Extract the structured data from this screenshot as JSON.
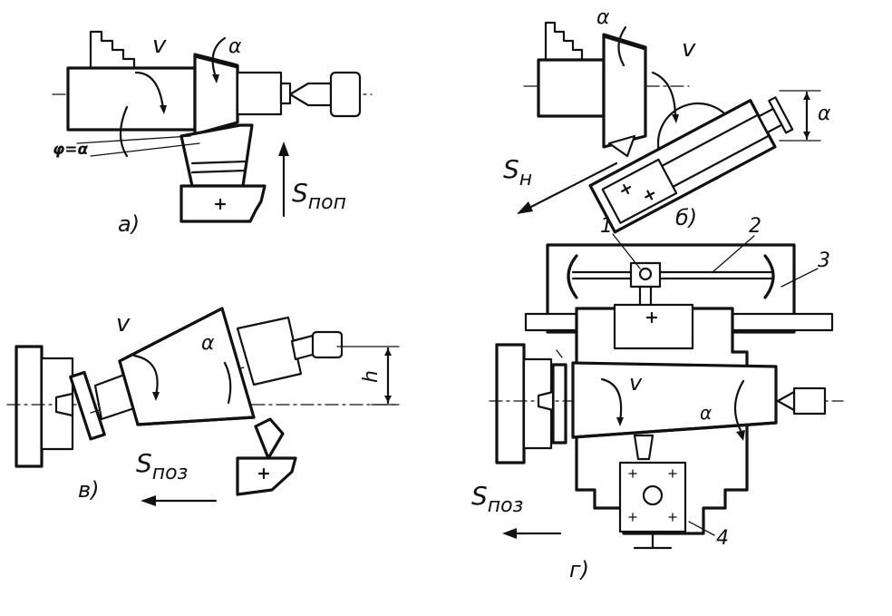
{
  "panels": {
    "a": {
      "caption": "а)",
      "speed": "v",
      "angle": "α",
      "phi_eq": "φ=α",
      "feed_main": "S",
      "feed_sub": "поп"
    },
    "b": {
      "caption": "б)",
      "speed": "v",
      "angle_top": "α",
      "angle_right": "α",
      "feed_main": "S",
      "feed_sub": "н"
    },
    "v": {
      "caption": "в)",
      "speed": "v",
      "angle": "α",
      "offset": "h",
      "feed_main": "S",
      "feed_sub": "поз"
    },
    "g": {
      "caption": "г)",
      "speed": "v",
      "angle": "α",
      "feed_main": "S",
      "feed_sub": "поз",
      "callouts": [
        "1",
        "2",
        "3",
        "4"
      ]
    }
  },
  "colors": {
    "ink": "#111111",
    "paper": "#ffffff"
  }
}
